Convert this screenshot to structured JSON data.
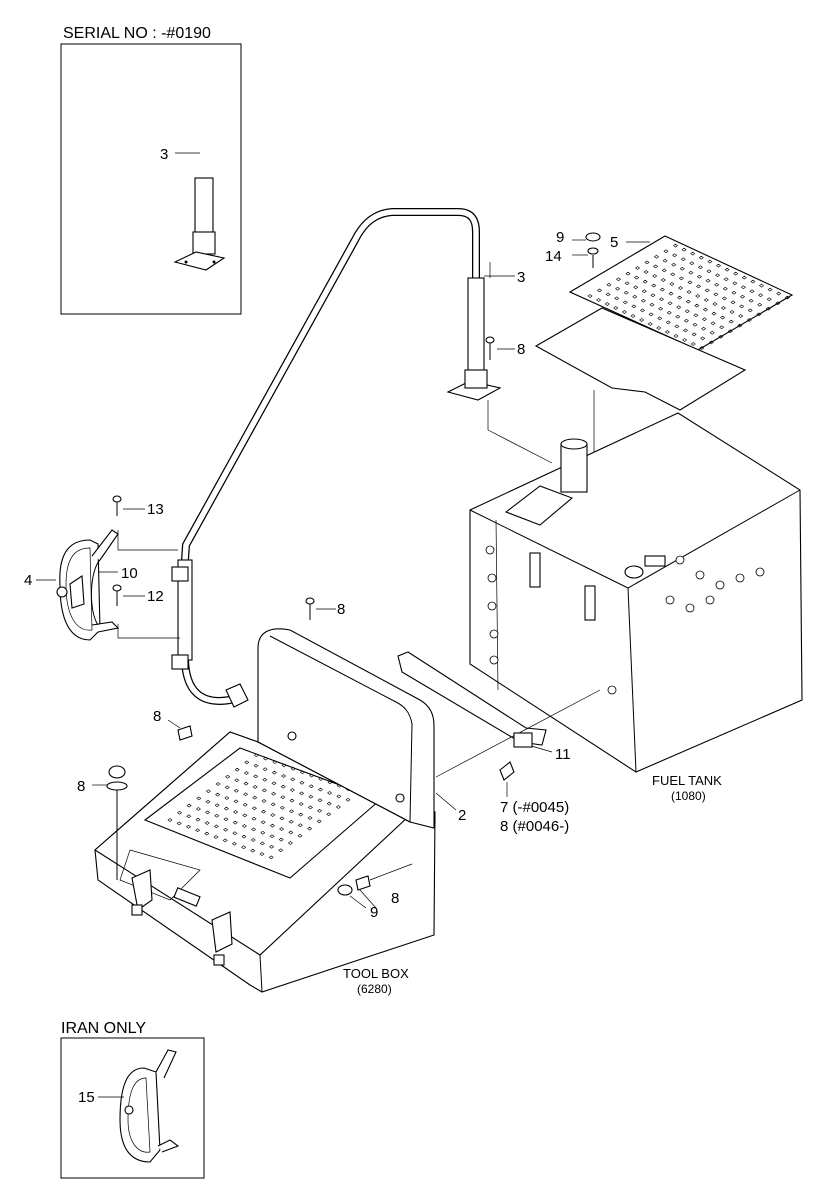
{
  "insets": {
    "top_title": "SERIAL NO : -#0190",
    "bottom_title": "IRAN ONLY"
  },
  "callouts": {
    "c3_inset": "3",
    "c3": "3",
    "c9_top": "9",
    "c5": "5",
    "c14": "14",
    "c8_rail": "8",
    "c13": "13",
    "c4": "4",
    "c10": "10",
    "c12": "12",
    "c8_box_top": "8",
    "c8_left": "8",
    "c8_far_left": "8",
    "c11": "11",
    "c2": "2",
    "c7": "7 (-#0045)",
    "c8_serial": "8 (#0046-)",
    "c9_bottom": "9",
    "c8_bottom": "8",
    "c15": "15"
  },
  "labels": {
    "fuel_tank": "FUEL TANK",
    "fuel_tank_code": "(1080)",
    "tool_box": "TOOL BOX",
    "tool_box_code": "(6280)"
  }
}
